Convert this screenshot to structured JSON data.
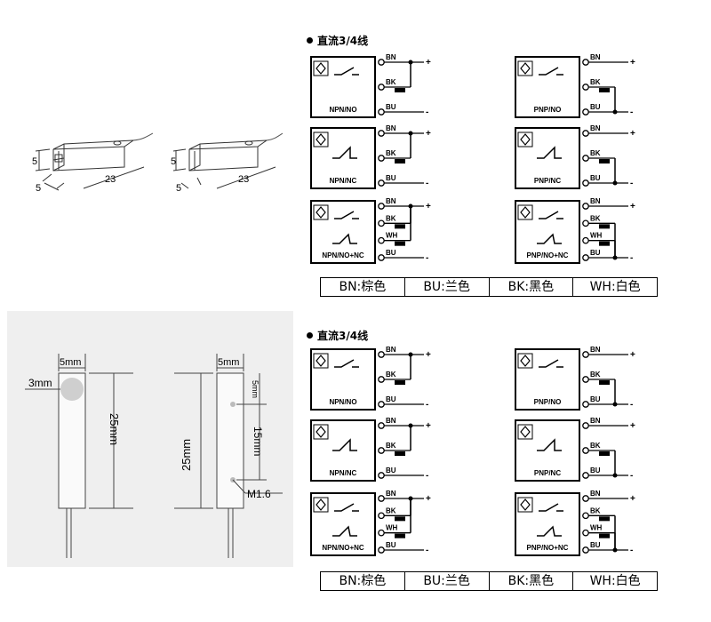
{
  "section_title": "直流3/4线",
  "wire_labels": {
    "BN": "BN",
    "BK": "BK",
    "BU": "BU",
    "WH": "WH",
    "plus": "+",
    "minus": "-"
  },
  "blocks": [
    {
      "title": "直流3/4线",
      "diagrams": [
        {
          "label": "NPN/NO",
          "wires": [
            "BN",
            "BK",
            "BU"
          ],
          "type": "npn-no"
        },
        {
          "label": "PNP/NO",
          "wires": [
            "BN",
            "BK",
            "BU"
          ],
          "type": "pnp-no"
        },
        {
          "label": "NPN/NC",
          "wires": [
            "BN",
            "BK",
            "BU"
          ],
          "type": "npn-nc"
        },
        {
          "label": "PNP/NC",
          "wires": [
            "BN",
            "BK",
            "BU"
          ],
          "type": "pnp-nc"
        },
        {
          "label": "NPN/NO+NC",
          "wires": [
            "BN",
            "BK",
            "WH",
            "BU"
          ],
          "type": "npn-nonc"
        },
        {
          "label": "PNP/NO+NC",
          "wires": [
            "BN",
            "BK",
            "WH",
            "BU"
          ],
          "type": "pnp-nonc"
        }
      ],
      "legend": [
        "BN:棕色",
        "BU:兰色",
        "BK:黑色",
        "WH:白色"
      ]
    },
    {
      "title": "直流3/4线",
      "diagrams": [
        {
          "label": "NPN/NO",
          "wires": [
            "BN",
            "BK",
            "BU"
          ],
          "type": "npn-no"
        },
        {
          "label": "PNP/NO",
          "wires": [
            "BN",
            "BK",
            "BU"
          ],
          "type": "pnp-no"
        },
        {
          "label": "NPN/NC",
          "wires": [
            "BN",
            "BK",
            "BU"
          ],
          "type": "npn-nc"
        },
        {
          "label": "PNP/NC",
          "wires": [
            "BN",
            "BK",
            "BU"
          ],
          "type": "pnp-nc"
        },
        {
          "label": "NPN/NO+NC",
          "wires": [
            "BN",
            "BK",
            "WH",
            "BU"
          ],
          "type": "npn-nonc"
        },
        {
          "label": "PNP/NO+NC",
          "wires": [
            "BN",
            "BK",
            "WH",
            "BU"
          ],
          "type": "pnp-nonc"
        }
      ],
      "legend": [
        "BN:棕色",
        "BU:兰色",
        "BK:黑色",
        "WH:白色"
      ]
    }
  ],
  "sensor_iso": {
    "dim_height": "5",
    "dim_width": "5",
    "dim_length": "23"
  },
  "drawing_front": {
    "dim_top": "5mm",
    "dim_hole": "3mm",
    "dim_length": "25mm"
  },
  "drawing_side": {
    "dim_top": "5mm",
    "dim_length": "25mm",
    "dim_small": "5mm",
    "dim_spacing": "15mm",
    "thread": "M1.6"
  }
}
